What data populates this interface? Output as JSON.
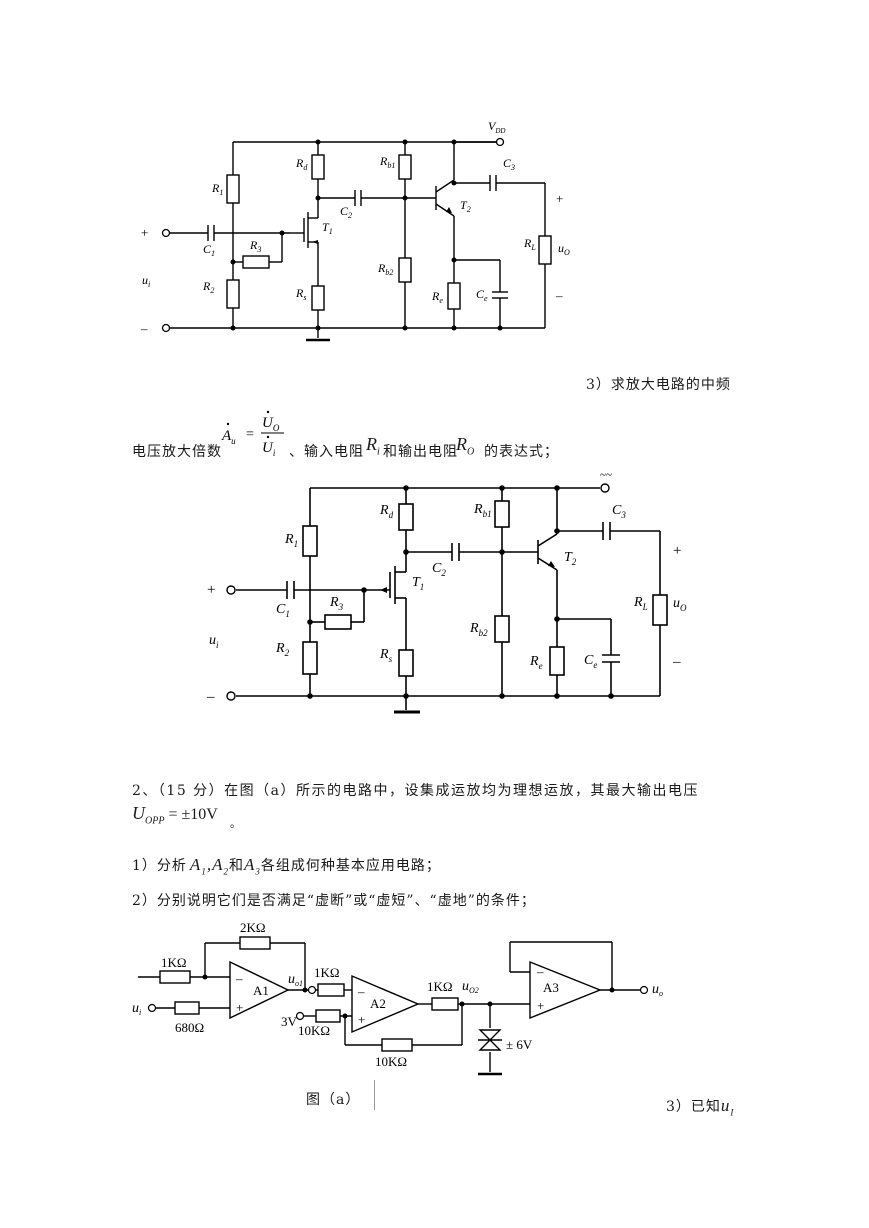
{
  "circuit1": {
    "vdd": "V",
    "vdd_sub": "DD",
    "labels": {
      "R1": "R",
      "R1_sub": "1",
      "R2": "R",
      "R2_sub": "2",
      "R3": "R",
      "R3_sub": "3",
      "Rd": "R",
      "Rd_sub": "d",
      "Rs": "R",
      "Rs_sub": "s",
      "Rb1": "R",
      "Rb1_sub": "b1",
      "Rb2": "R",
      "Rb2_sub": "b2",
      "Re": "R",
      "Re_sub": "e",
      "RL": "R",
      "RL_sub": "L",
      "C1": "C",
      "C1_sub": "1",
      "C2": "C",
      "C2_sub": "2",
      "C3": "C",
      "C3_sub": "3",
      "Ce": "C",
      "Ce_sub": "e",
      "T1": "T",
      "T1_sub": "1",
      "T2": "T",
      "T2_sub": "2",
      "ui": "u",
      "ui_sub": "i",
      "uo": "u",
      "uo_sub": "O",
      "plus": "+",
      "minus": "–"
    }
  },
  "q3_text": "3）求放大电路的中频",
  "q3_line2_prefix": "电压放大倍数",
  "formula": {
    "lhs": "A",
    "lhs_sub": "u",
    "eq": "=",
    "num": "U",
    "num_sub": "O",
    "den": "U",
    "den_sub": "i"
  },
  "q3_line2_mid": "、输入电阻",
  "ri_label": "R",
  "ri_sub": "i",
  "and_text": "和输出电阻",
  "ro_label": "R",
  "ro_sub": "O",
  "q3_line2_suffix": "的表达式；",
  "circuit2": {
    "vdd_label": "~~",
    "labels": {
      "R1": "R",
      "R1_sub": "1",
      "R2": "R",
      "R2_sub": "2",
      "R3": "R",
      "R3_sub": "3",
      "Rd": "R",
      "Rd_sub": "d",
      "Rs": "R",
      "Rs_sub": "s",
      "Rb1": "R",
      "Rb1_sub": "b1",
      "Rb2": "R",
      "Rb2_sub": "b2",
      "Re": "R",
      "Re_sub": "e",
      "RL": "R",
      "RL_sub": "L",
      "C1": "C",
      "C1_sub": "1",
      "C2": "C",
      "C2_sub": "2",
      "C3": "C",
      "C3_sub": "3",
      "Ce": "C",
      "Ce_sub": "e",
      "T1": "T",
      "T1_sub": "1",
      "T2": "T",
      "T2_sub": "2",
      "ui": "u",
      "ui_sub": "i",
      "uo": "u",
      "uo_sub": "O",
      "plus": "+",
      "minus": "–"
    }
  },
  "q2_line1": "2、（15 分）在图（a）所示的电路中，设集成运放均为理想运放，其最大输出电压",
  "uopp_label": "U",
  "uopp_sub": "OPP",
  "uopp_value": "= ±10V",
  "uopp_end": "。",
  "q2_1_prefix": "1）分析",
  "a1_label": "A",
  "a1_sub": "1",
  "comma": ",",
  "a2_label": "A",
  "a2_sub": "2",
  "he": "和",
  "a3_label": "A",
  "a3_sub": "3",
  "q2_1_suffix": "各组成何种基本应用电路；",
  "q2_2": "2）分别说明它们是否满足“虚断”或“虚短”、“虚地”的条件；",
  "circuit3": {
    "r_fb": "2KΩ",
    "r_in1": "1KΩ",
    "r_pos1": "680Ω",
    "r_in2": "1KΩ",
    "r_pos2": "10KΩ",
    "r_fb2": "10KΩ",
    "r_out2": "1KΩ",
    "v_ref": "3V",
    "zener": "± 6V",
    "a1": "A1",
    "a2": "A2",
    "a3": "A3",
    "minus_sign": "–",
    "plus_sign": "+",
    "ui": "u",
    "ui_sub": "i",
    "uo1": "u",
    "uo1_sub": "o1",
    "uo2": "u",
    "uo2_sub": "O2",
    "uo": "u",
    "uo_sub": "o"
  },
  "fig_caption": "图（a）",
  "q2_3_prefix": "3）已知",
  "ui_tail": "u",
  "ui_tail_sub": "I"
}
